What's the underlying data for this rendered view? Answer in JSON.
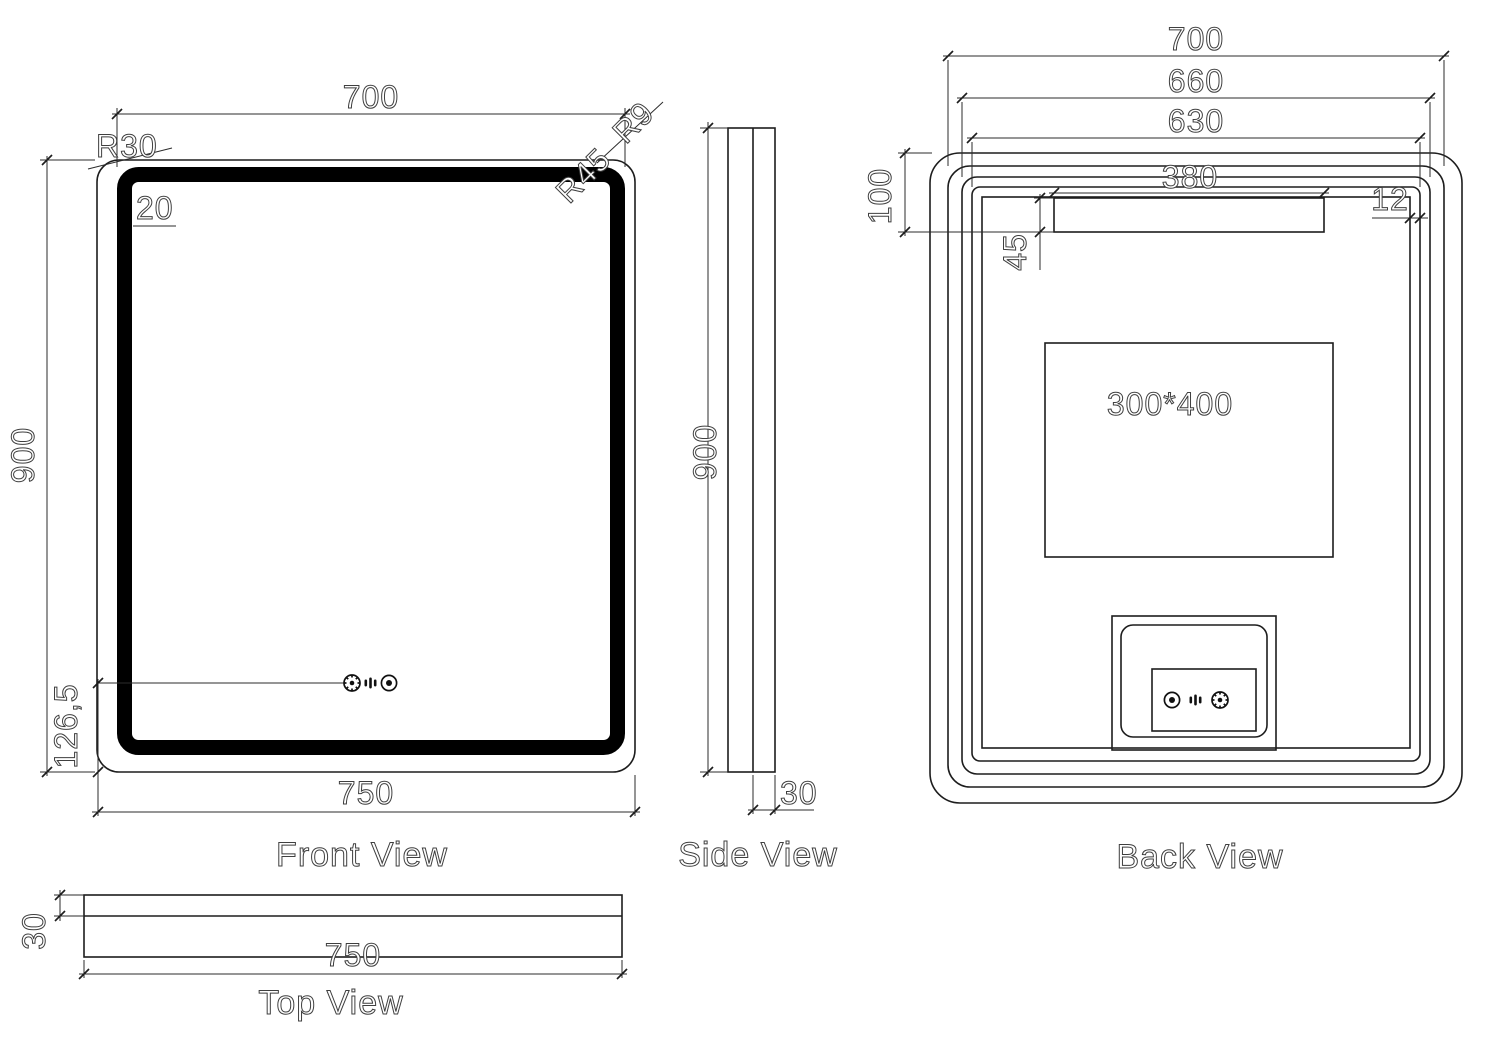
{
  "front": {
    "label": "Front View",
    "dim_width_top": "700",
    "dim_height": "900",
    "dim_width_bottom": "750",
    "dim_controls_offset": "126,5",
    "dim_frame_width": "20",
    "radius_outer": "R30",
    "radius_corner": "R9",
    "radius_inner": "R45"
  },
  "side": {
    "label": "Side View",
    "dim_height": "900",
    "dim_depth": "30"
  },
  "top": {
    "label": "Top View",
    "dim_width": "750",
    "dim_depth": "30"
  },
  "back": {
    "label": "Back View",
    "dim_width_outer": "700",
    "dim_width_mid": "660",
    "dim_width_inner": "630",
    "dim_top_offset": "100",
    "dim_bracket_width": "380",
    "dim_bracket_height": "45",
    "dim_edge_gap": "12",
    "cutout_label": "300*400"
  },
  "icons": {
    "front_controls": [
      "defogger-icon",
      "dimmer-icon",
      "power-icon"
    ],
    "back_controls": [
      "power-icon",
      "dimmer-icon",
      "defogger-icon"
    ]
  },
  "colors": {
    "background": "#ffffff",
    "line": "#1d1d1d",
    "text_outline": "#3f3f3f",
    "frame_fill": "#000000"
  }
}
